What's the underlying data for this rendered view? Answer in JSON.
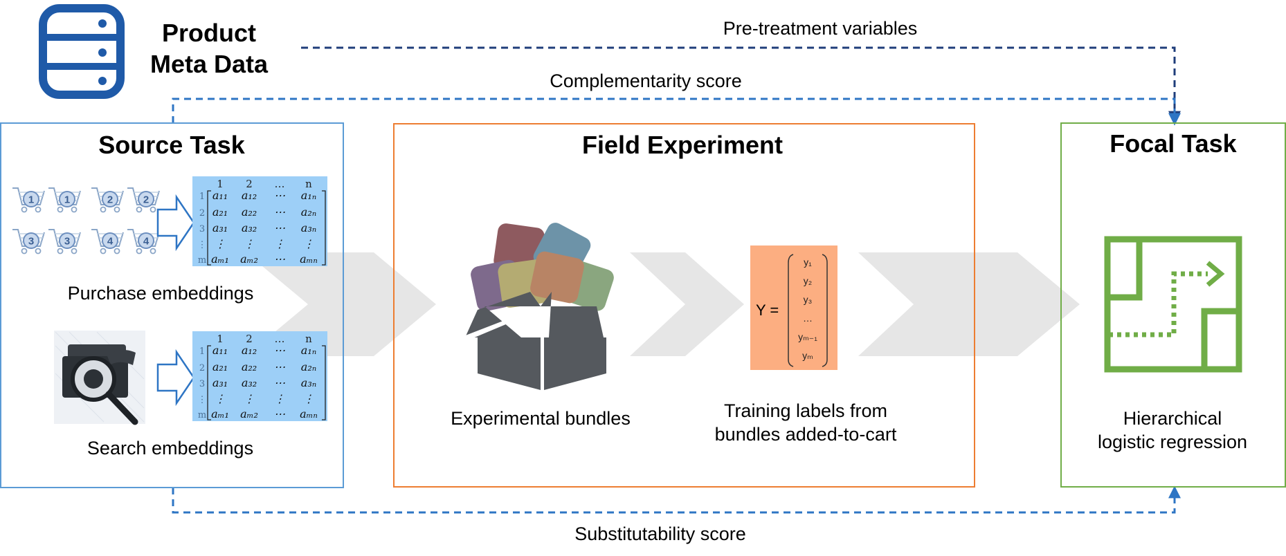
{
  "meta_data": {
    "title_line1": "Product",
    "title_line2": "Meta Data"
  },
  "connectors": {
    "pre_treatment": "Pre-treatment variables",
    "complementarity": "Complementarity score",
    "substitutability": "Substitutability score"
  },
  "source_task": {
    "title": "Source Task",
    "purchase_label": "Purchase embeddings",
    "search_label": "Search embeddings",
    "cart_numbers": [
      "1",
      "1",
      "2",
      "2",
      "3",
      "3",
      "4",
      "4"
    ]
  },
  "matrix": {
    "col_headers": [
      "1",
      "2",
      "…",
      "n"
    ],
    "row_headers": [
      "1",
      "2",
      "3",
      "⋮",
      "m"
    ],
    "rows": [
      [
        "a₁₁",
        "a₁₂",
        "⋯",
        "a₁ₙ"
      ],
      [
        "a₂₁",
        "a₂₂",
        "⋯",
        "a₂ₙ"
      ],
      [
        "a₃₁",
        "a₃₂",
        "⋯",
        "a₃ₙ"
      ],
      [
        "⋮",
        "⋮",
        "⋮",
        "⋮"
      ],
      [
        "aₘ₁",
        "aₘ₂",
        "⋯",
        "aₘₙ"
      ]
    ]
  },
  "field_experiment": {
    "title": "Field Experiment",
    "bundles_label": "Experimental bundles",
    "training_label_line1": "Training labels from",
    "training_label_line2": "bundles added-to-cart",
    "y_prefix": "Y =",
    "y_entries": [
      "y₁",
      "y₂",
      "y₃",
      "…",
      "yₘ₋₁",
      "yₘ"
    ]
  },
  "focal_task": {
    "title": "Focal Task",
    "label_line1": "Hierarchical",
    "label_line2": "logistic regression"
  },
  "colors": {
    "source_border": "#5b9bd5",
    "field_border": "#ed7d31",
    "focal_border": "#70ad47",
    "matrix_bg": "#9dcff7",
    "label_bg": "#fcae81",
    "database": "#1f5aa8",
    "connector_dark": "#1f3d7a",
    "connector_mid": "#2e75c4",
    "chevron": "#e6e6e6"
  },
  "icons": [
    "database-icon",
    "shopping-cart-icon",
    "search-magnifier-icon",
    "hollow-arrow-icon",
    "open-box-icon",
    "maze-path-icon"
  ]
}
